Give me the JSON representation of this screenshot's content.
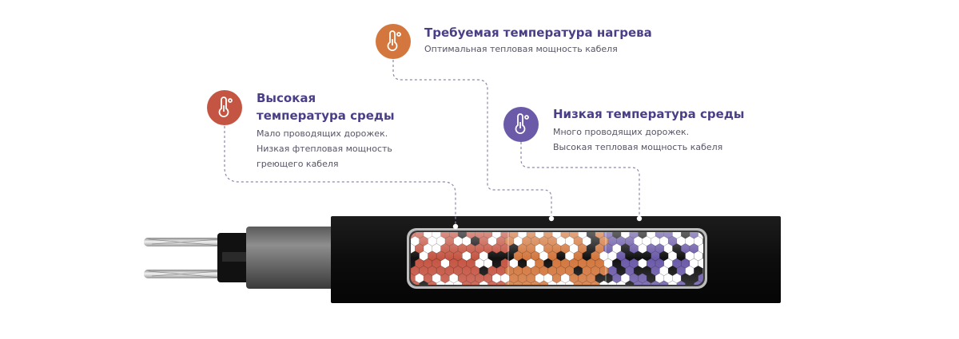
{
  "colors": {
    "high": "#c55543",
    "required": "#d3773e",
    "low": "#6b5aa8",
    "title": "#4a3f86"
  },
  "callouts": {
    "high": {
      "icon": "thermometer-icon",
      "title_lines": [
        "Высокая",
        "температура среды"
      ],
      "desc_lines": [
        "Мало проводящих дорожек.",
        "Низкая фтепловая мощность",
        "греющего кабеля"
      ]
    },
    "required": {
      "icon": "thermometer-icon",
      "title_lines": [
        "Требуемая температура нагрева"
      ],
      "desc_lines": [
        "Оптимальная тепловая мощность кабеля"
      ]
    },
    "low": {
      "icon": "thermometer-icon",
      "title_lines": [
        "Низкая температура среды"
      ],
      "desc_lines": [
        "Много проводящих дорожек.",
        "Высокая тепловая мощность кабеля"
      ]
    }
  }
}
